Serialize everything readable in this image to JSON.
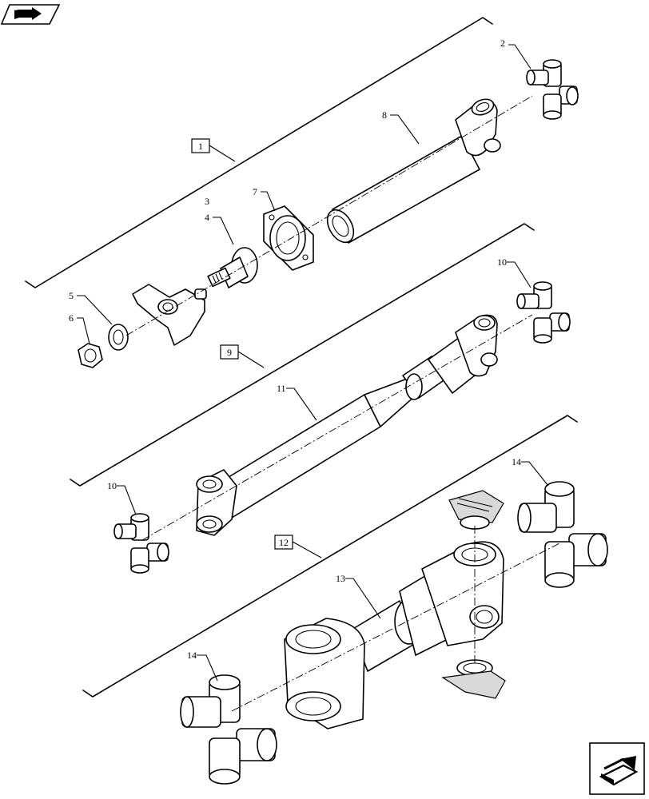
{
  "labels": {
    "l1": "1",
    "l2": "2",
    "l3": "3",
    "l4": "4",
    "l5": "5",
    "l6": "6",
    "l7": "7",
    "l8": "8",
    "l9": "9",
    "l10a": "10",
    "l10b": "10",
    "l11": "11",
    "l12": "12",
    "l13": "13",
    "l14a": "14",
    "l14b": "14"
  },
  "icons": {
    "top_left": "book-arrow-icon",
    "bottom_right": "next-page-arrow-icon"
  }
}
